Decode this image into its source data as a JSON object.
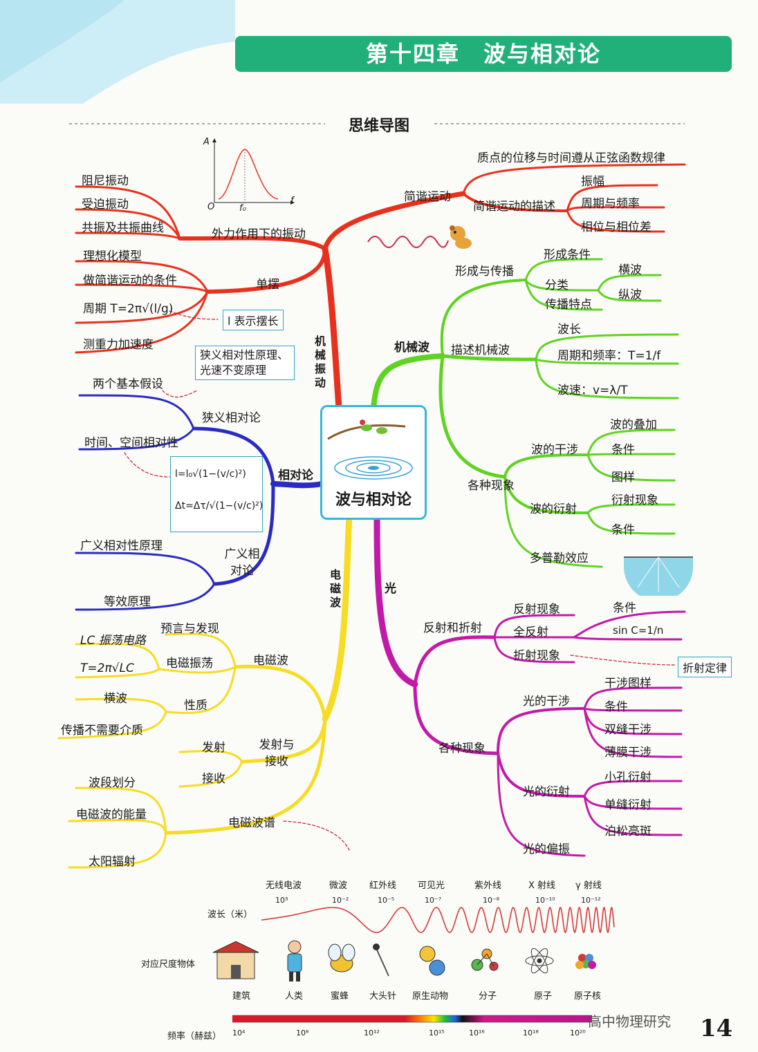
{
  "header": {
    "chapter_title": "第十四章　波与相对论",
    "section_title": "思维导图"
  },
  "center": {
    "label": "波与相对论"
  },
  "branches": {
    "vibration": {
      "label": "机械振动",
      "simple_harmonic": {
        "label": "简谐运动",
        "law": "质点的位移与时间遵从正弦函数规律",
        "description": "简谐运动的描述",
        "items": [
          "振幅",
          "周期与频率",
          "相位与相位差"
        ]
      },
      "forced": {
        "label": "外力作用下的振动",
        "items": [
          "阻尼振动",
          "受迫振动",
          "共振及共振曲线"
        ],
        "curve": {
          "y_axis": "A",
          "x_axis": "f",
          "origin": "O",
          "peak_label": "f₀"
        }
      },
      "pendulum": {
        "label": "单摆",
        "items": [
          "理想化模型",
          "做简谐运动的条件",
          "周期 T=2π√(l/g)",
          "测重力加速度"
        ],
        "note": "l 表示摆长"
      }
    },
    "mechanical_wave": {
      "label": "机械波",
      "formation": {
        "label": "形成与传播",
        "items": [
          "形成条件",
          "分类",
          "传播特点"
        ],
        "types": [
          "横波",
          "纵波"
        ]
      },
      "describe": {
        "label": "描述机械波",
        "items": [
          "波长",
          "周期和频率：T=1/f",
          "波速：v=λ/T"
        ]
      },
      "phenomena": {
        "label": "各种现象",
        "interference": {
          "label": "波的干涉",
          "items": [
            "波的叠加",
            "条件",
            "图样"
          ]
        },
        "diffraction": {
          "label": "波的衍射",
          "items": [
            "衍射现象",
            "条件"
          ]
        },
        "doppler": "多普勒效应"
      }
    },
    "relativity": {
      "label": "相对论",
      "special": {
        "label": "狭义相对论",
        "items": [
          "两个基本假设",
          "时间、空间相对性"
        ],
        "note": "狭义相对性原理、光速不变原理",
        "formulas": [
          "l=l₀√(1−(v/c)²)",
          "Δt=Δτ/√(1−(v/c)²)"
        ]
      },
      "general": {
        "label": "广义相对论",
        "items": [
          "广义相对性原理",
          "等效原理"
        ]
      }
    },
    "em_wave": {
      "label": "电磁波",
      "em": {
        "label": "电磁波",
        "prediction": "预言与发现",
        "oscillation": {
          "label": "电磁振荡",
          "items": [
            "LC 振荡电路",
            "T=2π√LC"
          ]
        },
        "nature": {
          "label": "性质",
          "items": [
            "横波",
            "传播不需要介质"
          ]
        }
      },
      "transmit": {
        "label": "发射与接收",
        "items": [
          "发射",
          "接收"
        ]
      },
      "spectrum": {
        "label": "电磁波谱",
        "items": [
          "波段划分",
          "电磁波的能量",
          "太阳辐射"
        ]
      }
    },
    "light": {
      "label": "光",
      "reflection": {
        "label": "反射和折射",
        "items": [
          "反射现象",
          "全反射",
          "折射现象"
        ],
        "condition": "条件",
        "formula": "sin C=1/n",
        "note": "折射定律"
      },
      "phenomena": {
        "label": "各种现象",
        "interference": {
          "label": "光的干涉",
          "items": [
            "干涉图样",
            "条件",
            "双缝干涉",
            "薄膜干涉"
          ]
        },
        "diffraction": {
          "label": "光的衍射",
          "items": [
            "小孔衍射",
            "单缝衍射",
            "泊松亮斑"
          ]
        },
        "polarization": "光的偏振"
      }
    }
  },
  "spectrum": {
    "bands": [
      "无线电波",
      "微波",
      "红外线",
      "可见光",
      "紫外线",
      "X 射线",
      "γ 射线"
    ],
    "wavelength_label": "波长（米）",
    "wavelengths": [
      "10³",
      "10⁻²",
      "10⁻⁵",
      "10⁻⁷",
      "10⁻⁸",
      "10⁻¹⁰",
      "10⁻¹²"
    ],
    "scale_label": "对应尺度物体",
    "objects": [
      "建筑",
      "人类",
      "蜜蜂",
      "大头针",
      "原生动物",
      "分子",
      "原子",
      "原子核"
    ],
    "frequency_label": "频率（赫兹）",
    "frequencies": [
      "10⁴",
      "10⁸",
      "10¹²",
      "10¹⁵",
      "10¹⁶",
      "10¹⁸",
      "10²⁰"
    ]
  },
  "page_number": "14",
  "watermark": "高中物理研究",
  "colors": {
    "vibration": "#e8311c",
    "wave": "#5fd321",
    "relativity": "#2a2ac4",
    "em": "#f6dc22",
    "light": "#c21aa8",
    "header": "#21b07a",
    "note_border": "#2aa6b8"
  }
}
